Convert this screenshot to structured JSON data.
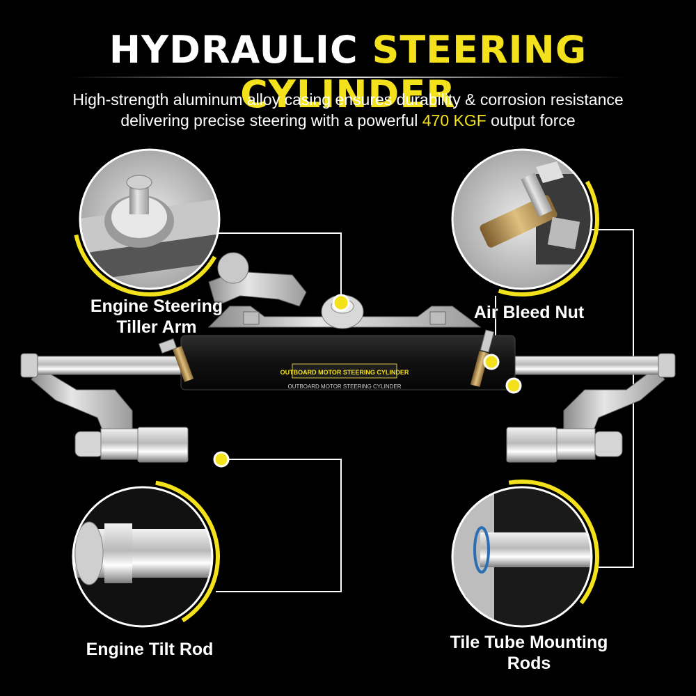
{
  "title": {
    "part1": "HYDRAULIC",
    "part2": "STEERING CYLINDER"
  },
  "subtitle": {
    "line1": "High-strength aluminum alloy casing ensures durability & corrosion resistance",
    "line2_before": "delivering precise steering with a powerful",
    "line2_highlight": "470 KGF",
    "line2_after": "output force"
  },
  "callouts": {
    "tiller_line1": "Engine Steering",
    "tiller_line2": "Tiller Arm",
    "air_bleed": "Air Bleed Nut",
    "tilt_rod": "Engine Tilt Rod",
    "tube_line1": "Tile Tube Mounting",
    "tube_line2": "Rods"
  },
  "product": {
    "cylinder_label": "OUTBOARD MOTOR STEERING CYLINDER",
    "cylinder_label_lower": "OUTBOARD MOTOR STEERING CYLINDER"
  },
  "colors": {
    "accent": "#f3e21b",
    "background": "#000000",
    "text": "#ffffff"
  }
}
